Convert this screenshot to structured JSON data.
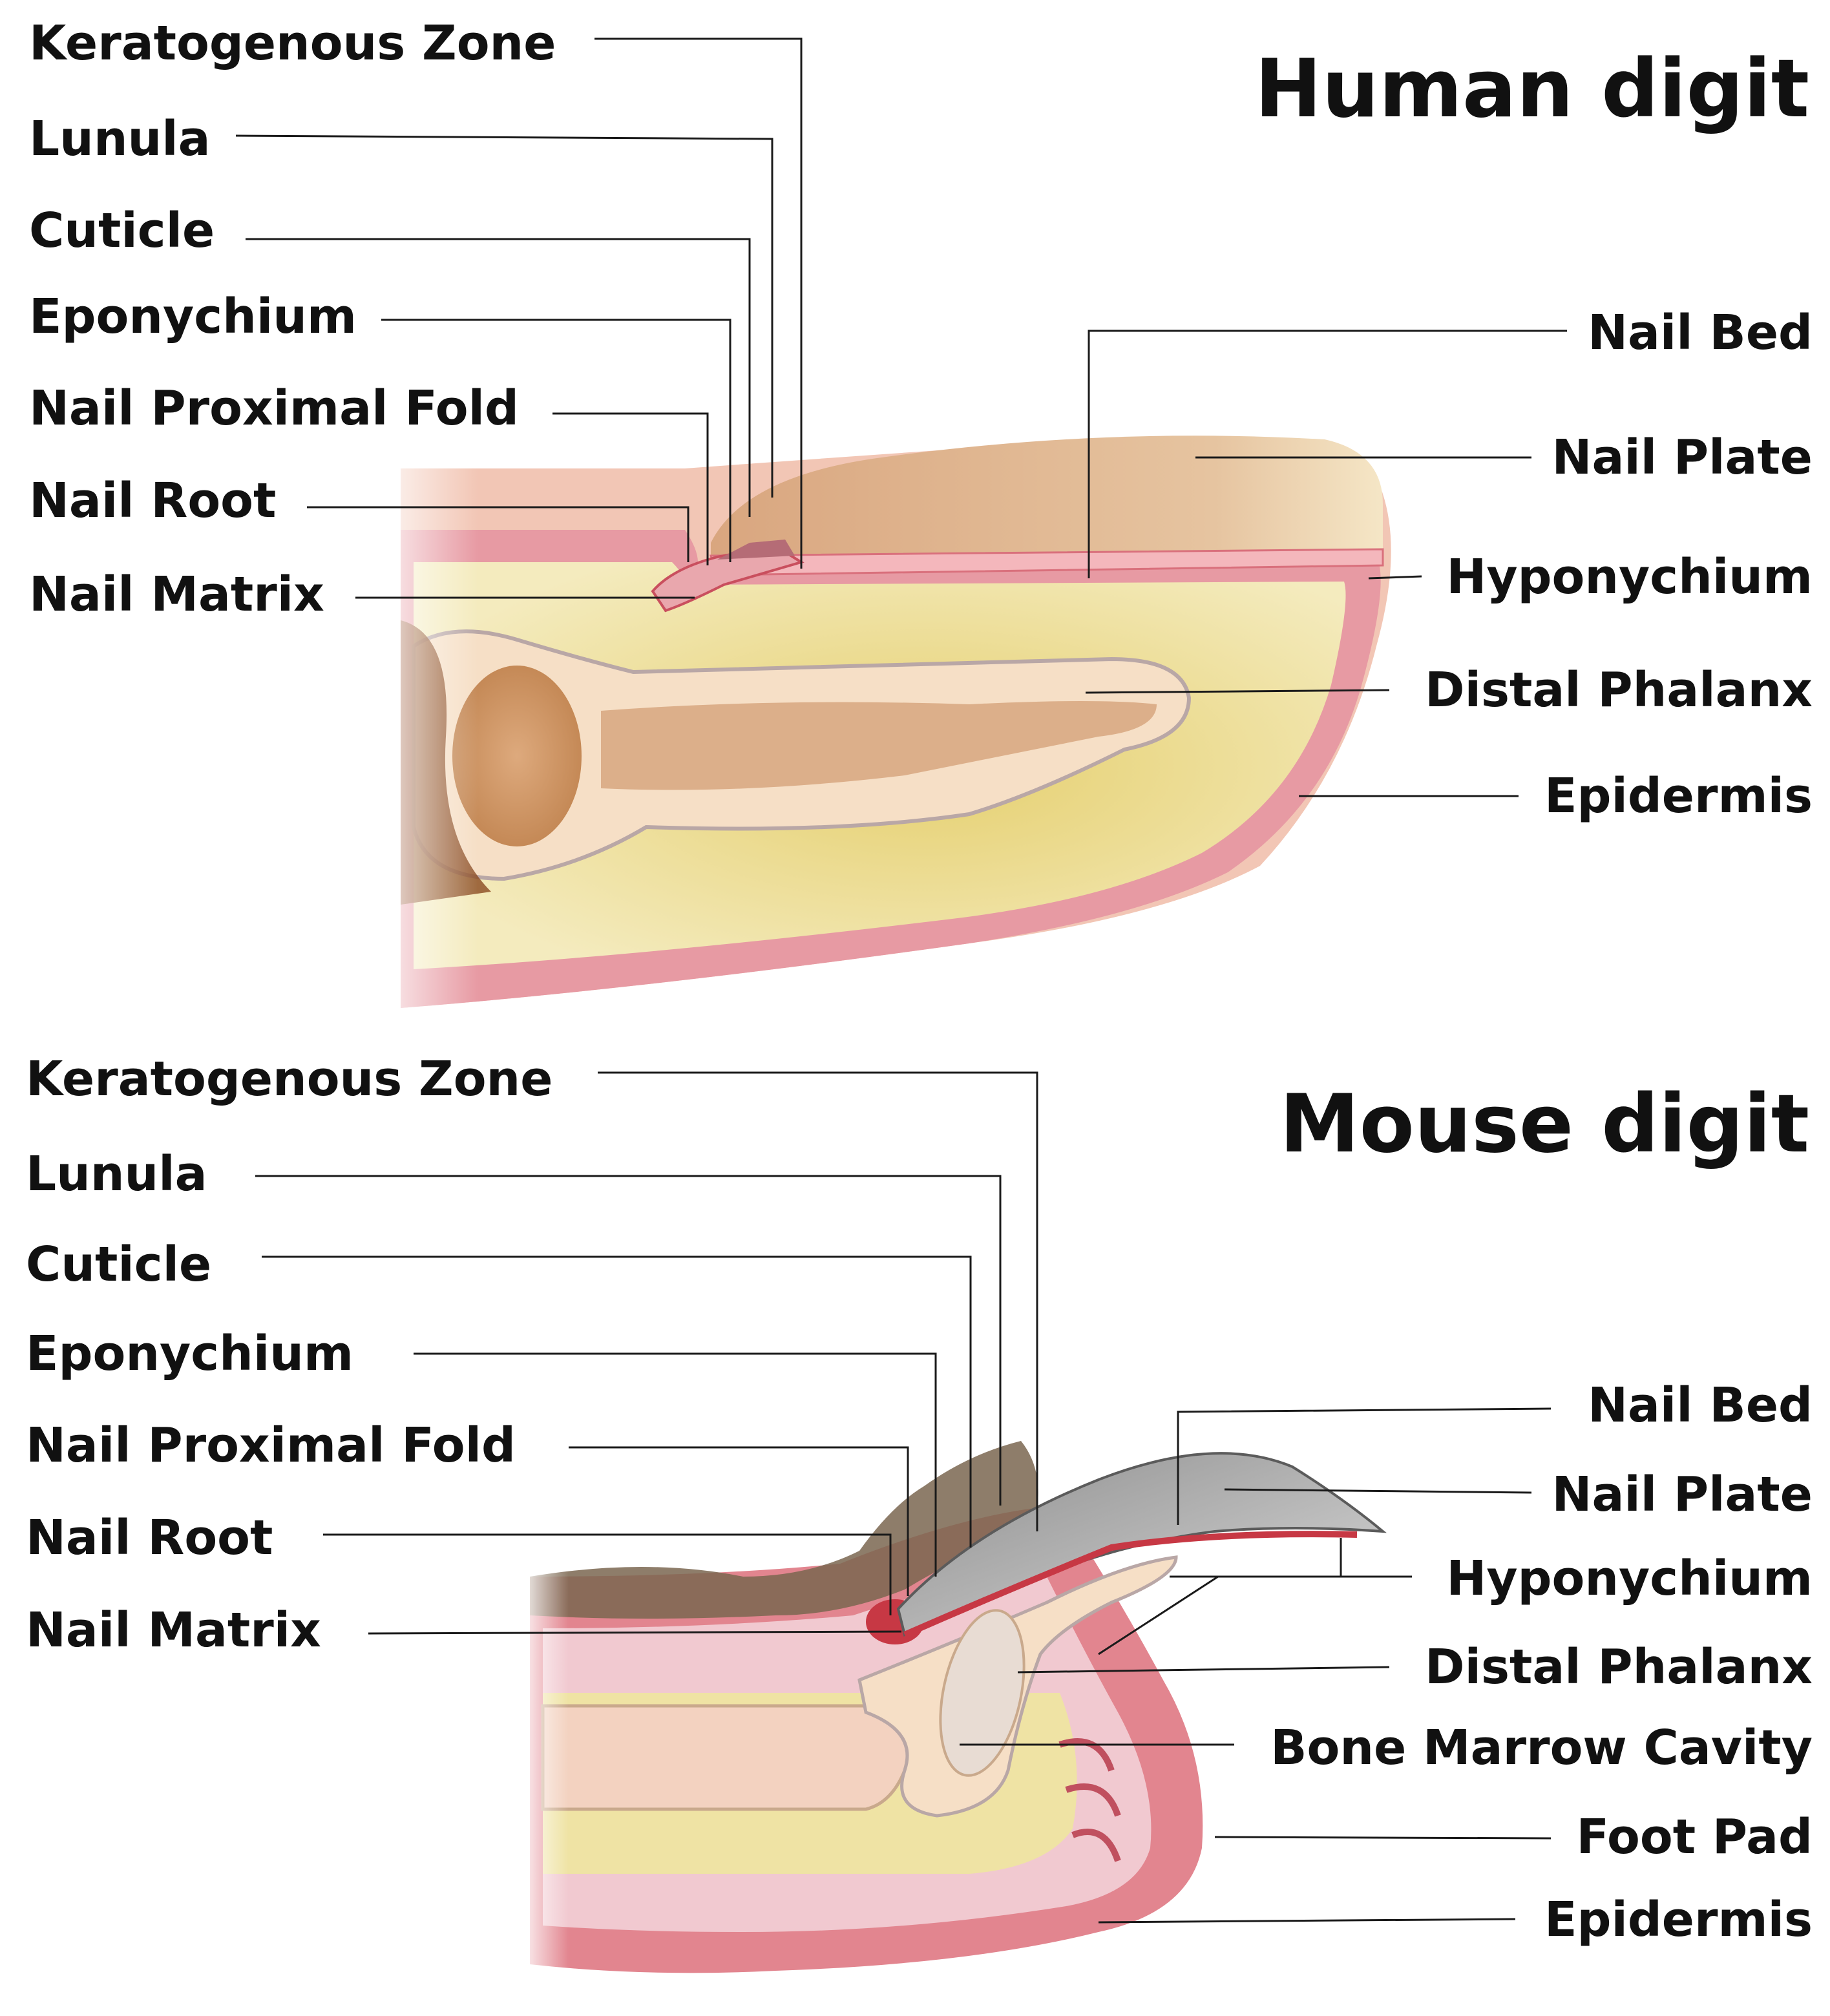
{
  "human": {
    "title": "Human digit",
    "left_labels": [
      "Keratogenous Zone",
      "Lunula",
      "Cuticle",
      "Eponychium",
      "Nail Proximal Fold",
      "Nail Root",
      "Nail Matrix"
    ],
    "right_labels": [
      "Nail Bed",
      "Nail Plate",
      "Hyponychium",
      "Distal Phalanx",
      "Epidermis"
    ]
  },
  "mouse": {
    "title": "Mouse digit",
    "left_labels": [
      "Keratogenous Zone",
      "Lunula",
      "Cuticle",
      "Eponychium",
      "Nail Proximal Fold",
      "Nail Root",
      "Nail Matrix"
    ],
    "right_labels": [
      "Nail Bed",
      "Nail Plate",
      "Hyponychium",
      "Distal Phalanx",
      "Bone Marrow Cavity",
      "Foot Pad",
      "Epidermis"
    ]
  },
  "colors": {
    "skin": "#e9a7ad",
    "skin_dark": "#d9707c",
    "dermis_fat": "#efe3a4",
    "fat_center": "#e6d27a",
    "bone": "#f6dfc6",
    "bone_outline": "#b9a7a6",
    "marrow": "#c88a50",
    "nail_plate": "#e4c3a1",
    "mouse_nail": "#b7b7b7",
    "hair": "#6b5840"
  }
}
